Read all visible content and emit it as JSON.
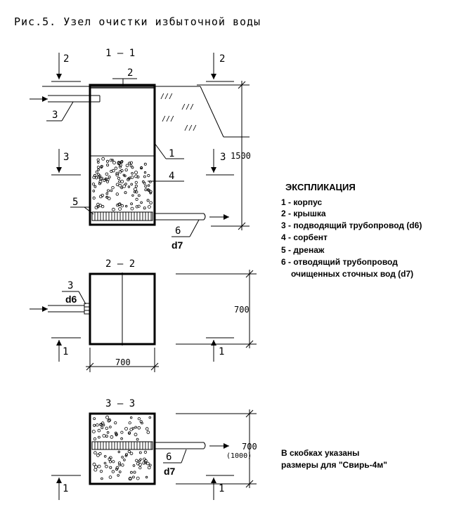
{
  "figure": {
    "title": "Рис.5. Узел очистки избыточной воды"
  },
  "sections": {
    "s11": {
      "label": "1 – 1",
      "cut_mark": "2",
      "cut_mark_lower": "3"
    },
    "s22": {
      "label": "2 – 2",
      "cut_mark": "1"
    },
    "s33": {
      "label": "3 – 3",
      "cut_mark": "1"
    }
  },
  "callouts": {
    "c1": "1",
    "c2": "2",
    "c3": "3",
    "c4": "4",
    "c5": "5",
    "c6": "6",
    "c3b": "3",
    "c6b": "6"
  },
  "pipe_labels": {
    "d6": "d6",
    "d7_top": "d7",
    "d7_bottom": "d7"
  },
  "dimensions": {
    "height_11": "1500",
    "height_22": "700",
    "width_22": "700",
    "height_33": "700",
    "height_33_alt": "(1000)"
  },
  "legend": {
    "title": "ЭКСПЛИКАЦИЯ",
    "items": [
      "1 - корпус",
      "2 - крышка",
      "3 - подводящий трубопровод (d6)",
      "4 - сорбент",
      "5 - дренаж",
      "6 - отводящий трубопровод",
      "очищенных сточных вод (d7)"
    ]
  },
  "note": {
    "lines": [
      "В скобках указаны",
      "размеры для \"Свирь-4м\""
    ]
  }
}
